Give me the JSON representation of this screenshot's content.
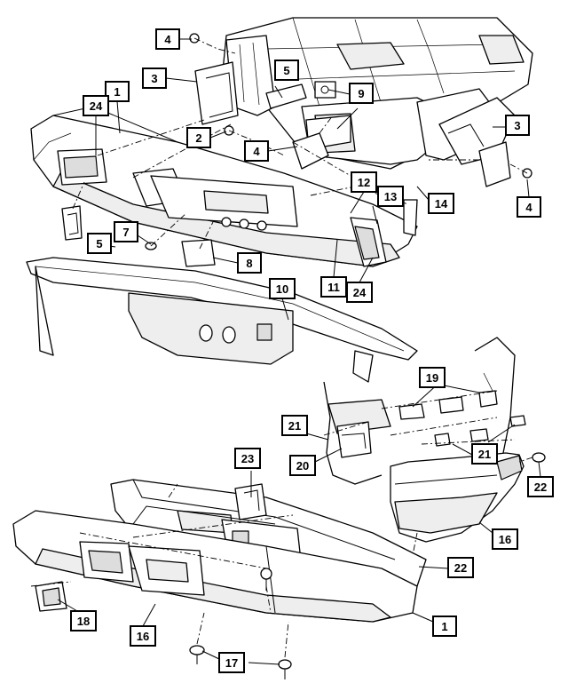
{
  "callouts": [
    {
      "id": "c1a",
      "label": "1"
    },
    {
      "id": "c2",
      "label": "2"
    },
    {
      "id": "c3a",
      "label": "3"
    },
    {
      "id": "c3b",
      "label": "3"
    },
    {
      "id": "c4a",
      "label": "4"
    },
    {
      "id": "c4b",
      "label": "4"
    },
    {
      "id": "c4c",
      "label": "4"
    },
    {
      "id": "c5a",
      "label": "5"
    },
    {
      "id": "c5b",
      "label": "5"
    },
    {
      "id": "c7",
      "label": "7"
    },
    {
      "id": "c8",
      "label": "8"
    },
    {
      "id": "c9",
      "label": "9"
    },
    {
      "id": "c10",
      "label": "10"
    },
    {
      "id": "c11",
      "label": "11"
    },
    {
      "id": "c12",
      "label": "12"
    },
    {
      "id": "c13",
      "label": "13"
    },
    {
      "id": "c14",
      "label": "14"
    },
    {
      "id": "c24a",
      "label": "24"
    },
    {
      "id": "c24b",
      "label": "24"
    },
    {
      "id": "c19",
      "label": "19"
    },
    {
      "id": "c21a",
      "label": "21"
    },
    {
      "id": "c21b",
      "label": "21"
    },
    {
      "id": "c20",
      "label": "20"
    },
    {
      "id": "c22a",
      "label": "22"
    },
    {
      "id": "c22b",
      "label": "22"
    },
    {
      "id": "c16a",
      "label": "16"
    },
    {
      "id": "c16b",
      "label": "16"
    },
    {
      "id": "c23",
      "label": "23"
    },
    {
      "id": "c18",
      "label": "18"
    },
    {
      "id": "c1b",
      "label": "1"
    },
    {
      "id": "c17",
      "label": "17"
    }
  ]
}
